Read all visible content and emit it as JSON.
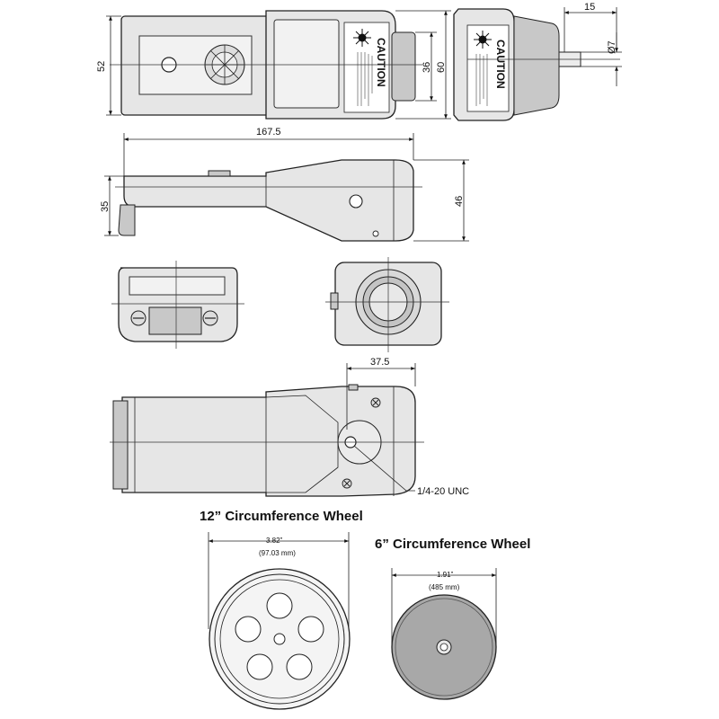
{
  "top_view": {
    "dim_height": "52",
    "dim_inner": "36",
    "dim_outer": "60",
    "caution_label": "CAUTION"
  },
  "end_view": {
    "dim_length": "15",
    "dim_diameter": "Ø7",
    "caution_label": "CAUTION"
  },
  "side_view": {
    "dim_length": "167.5",
    "dim_left_height": "35",
    "dim_right_height": "46"
  },
  "bottom_view": {
    "dim_offset": "37.5",
    "thread_label": "1/4-20 UNC"
  },
  "wheel_12": {
    "title": "12” Circumference Wheel",
    "dim_inch": "3.82”",
    "dim_mm": "(97.03 mm)"
  },
  "wheel_6": {
    "title": "6” Circumference Wheel",
    "dim_inch": "1.91”",
    "dim_mm": "(485 mm)"
  },
  "colors": {
    "outline": "#222222",
    "body_fill": "#e6e6e6",
    "wheel6_fill": "#a8a8a8"
  }
}
